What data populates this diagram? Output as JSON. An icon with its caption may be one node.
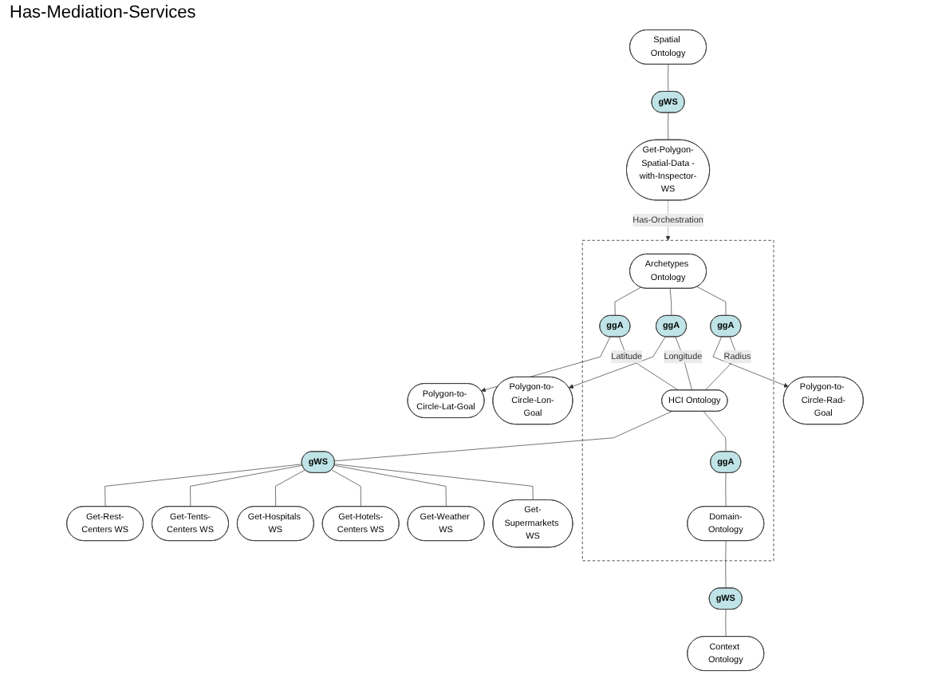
{
  "diagram": {
    "nodes": [
      {
        "text": [
          "Spatial Ontology"
        ]
      },
      {
        "text": [
          "gWS"
        ]
      },
      {
        "text": [
          "Get-Polygon-Spatial-Data -with-Inspector-WS"
        ]
      },
      {
        "text": [],
        "shape": "box"
      },
      {
        "text": [
          "Archetypes Ontology"
        ],
        "in": 3
      },
      {
        "text": [
          "ggA"
        ],
        "in": 3
      },
      {
        "text": [
          "ggA"
        ],
        "in": 3
      },
      {
        "text": [
          "ggA"
        ],
        "in": 3
      },
      {
        "text": [
          "Polygon-to- Circle-Lat-Goal"
        ]
      },
      {
        "text": [
          "Polygon-to- Circle-Lon-Goal"
        ]
      },
      {
        "text": [
          "Polygon-to- Circle-Rad-Goal"
        ]
      },
      {
        "text": [
          "HCI Ontology"
        ],
        "in": 3
      },
      {
        "text": [
          "gWS"
        ]
      },
      {
        "text": [
          "Get-Rest-Centers WS"
        ]
      },
      {
        "text": [
          "Get-Tents-Centers WS"
        ]
      },
      {
        "text": [
          "Get-Hospitals WS"
        ]
      },
      {
        "text": [
          "Get-Hotels-Centers WS"
        ]
      },
      {
        "text": [
          "Get-Weather WS"
        ]
      },
      {
        "text": [
          "Get-Supermarkets WS"
        ]
      },
      {
        "text": [
          "ggA"
        ],
        "in": 3
      },
      {
        "text": [
          "Domain-Ontology"
        ],
        "in": 3
      },
      {
        "text": [
          "gWS"
        ]
      },
      {
        "text": [
          "Context Ontology"
        ]
      }
    ],
    "edges": [
      {
        "from": 0,
        "to": 1,
        "arrow": "none"
      },
      {
        "from": 1,
        "to": 2,
        "arrow": "none"
      },
      {
        "from": 2,
        "to": 3,
        "arrow": "to",
        "label": "Has-Orchestration",
        "style": "dashed"
      },
      {
        "from": 4,
        "to": 5,
        "arrow": "none"
      },
      {
        "from": 4,
        "to": 6,
        "arrow": "none"
      },
      {
        "from": 4,
        "to": 7,
        "arrow": "none"
      },
      {
        "from": 5,
        "to": 8,
        "arrow": "to"
      },
      {
        "from": 6,
        "to": 9,
        "arrow": "to"
      },
      {
        "from": 7,
        "to": 10,
        "arrow": "to"
      },
      {
        "from": 5,
        "to": 11,
        "arrow": "none",
        "label": "Latitude"
      },
      {
        "from": 6,
        "to": 11,
        "arrow": "none",
        "label": "Longitude"
      },
      {
        "from": 7,
        "to": 11,
        "arrow": "none",
        "label": "Radius"
      },
      {
        "from": 11,
        "to": 12,
        "arrow": "none"
      },
      {
        "from": 12,
        "to": 13,
        "arrow": "none"
      },
      {
        "from": 12,
        "to": 14,
        "arrow": "none"
      },
      {
        "from": 12,
        "to": 15,
        "arrow": "none"
      },
      {
        "from": 12,
        "to": 16,
        "arrow": "none"
      },
      {
        "from": 12,
        "to": 17,
        "arrow": "none"
      },
      {
        "from": 12,
        "to": 18,
        "arrow": "none"
      },
      {
        "from": 11,
        "to": 19,
        "arrow": "none"
      },
      {
        "from": 19,
        "to": 20,
        "arrow": "none"
      },
      {
        "from": 20,
        "to": 21,
        "arrow": "none"
      },
      {
        "from": 21,
        "to": 22,
        "arrow": "none"
      }
    ],
    "labels": [
      "Has-Mediation-Services"
    ]
  }
}
